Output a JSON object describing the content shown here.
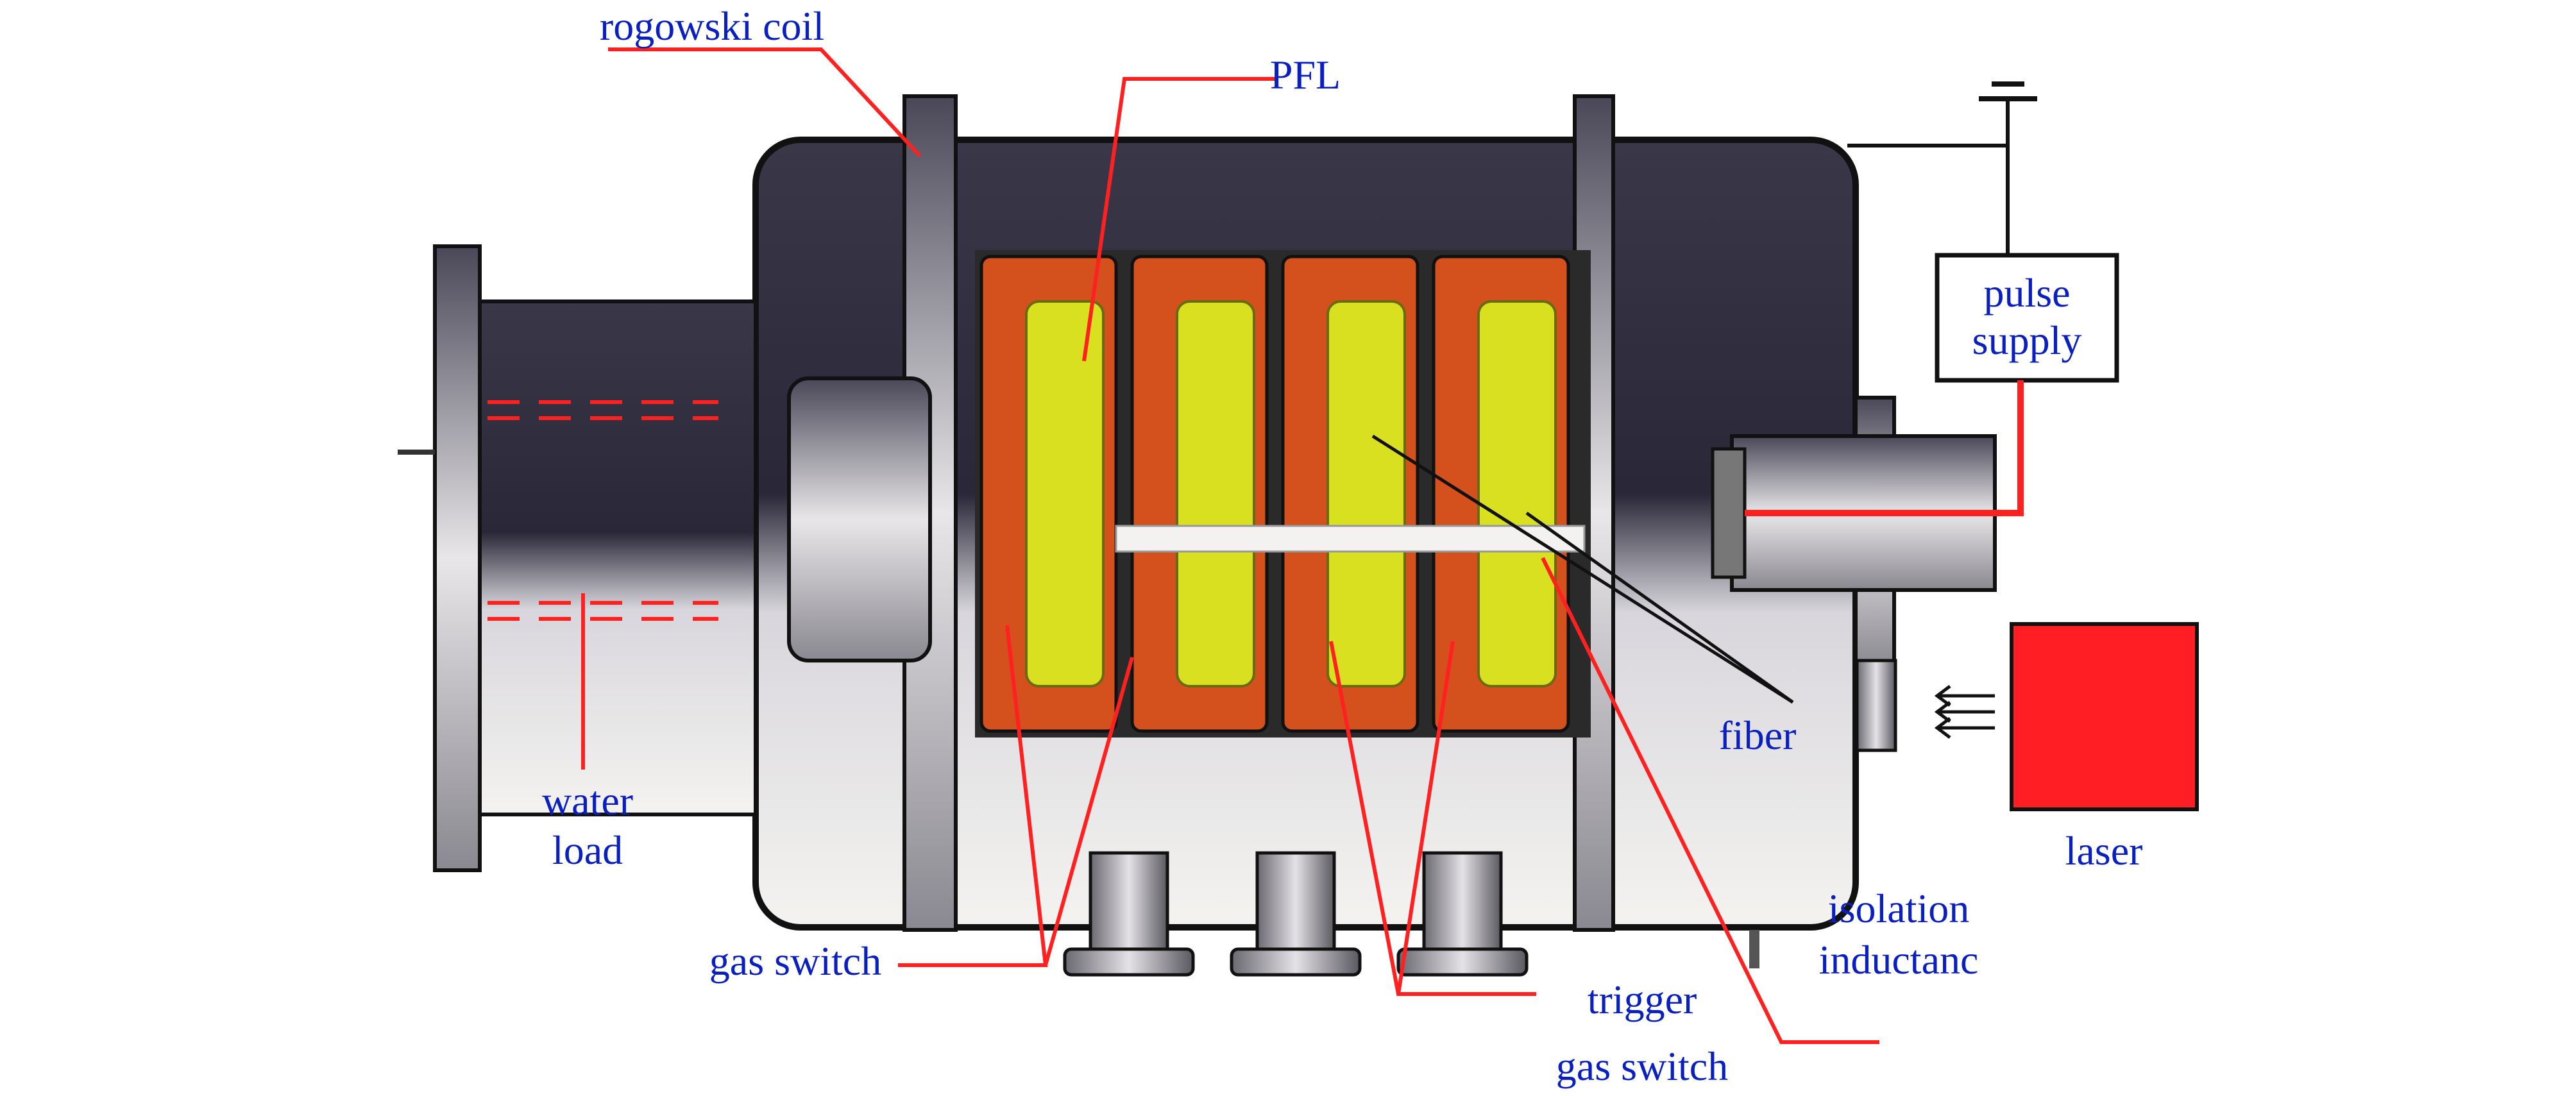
{
  "labels": {
    "rogowski_coil": "rogowski coil",
    "pfl": "PFL",
    "pulse_supply_line1": "pulse",
    "pulse_supply_line2": "supply",
    "fiber": "fiber",
    "laser": "laser",
    "water_load_line1": "water",
    "water_load_line2": "load",
    "gas_switch": "gas switch",
    "trigger_gas_switch_line1": "trigger",
    "trigger_gas_switch_line2": "gas switch",
    "isolation_inductance_line1": "isolation",
    "isolation_inductance_line2": "inductanc"
  },
  "colors": {
    "label_text": "#0a1fbf",
    "leader_line": "#ff2020",
    "laser_fill": "#ff1e24",
    "pfl_orange": "#d4501c",
    "coil_yellow": "#d8e020"
  }
}
